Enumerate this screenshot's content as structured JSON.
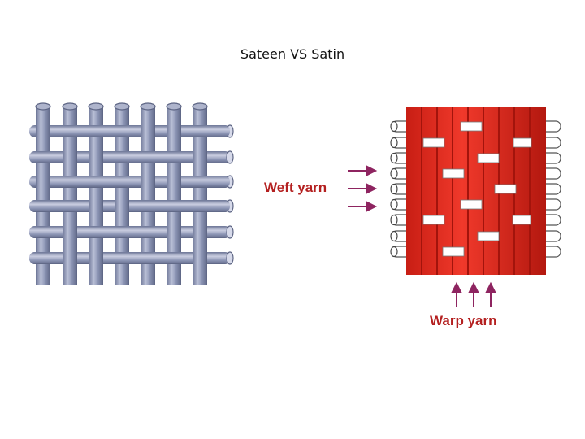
{
  "slide": {
    "title": "Sateen VS Satin"
  },
  "left_diagram": {
    "yarn_color": "#8a93b3",
    "yarn_highlight": "#c9cde0",
    "yarn_shadow": "#5c6483"
  },
  "right_diagram": {
    "warp_color": "#ec2b1f",
    "warp_dark": "#a3140c",
    "weft_color": "#ffffff",
    "weft_label": "Weft yarn",
    "warp_label": "Warp yarn",
    "label_color": "#b42020",
    "arrow_color": "#8e2460"
  }
}
